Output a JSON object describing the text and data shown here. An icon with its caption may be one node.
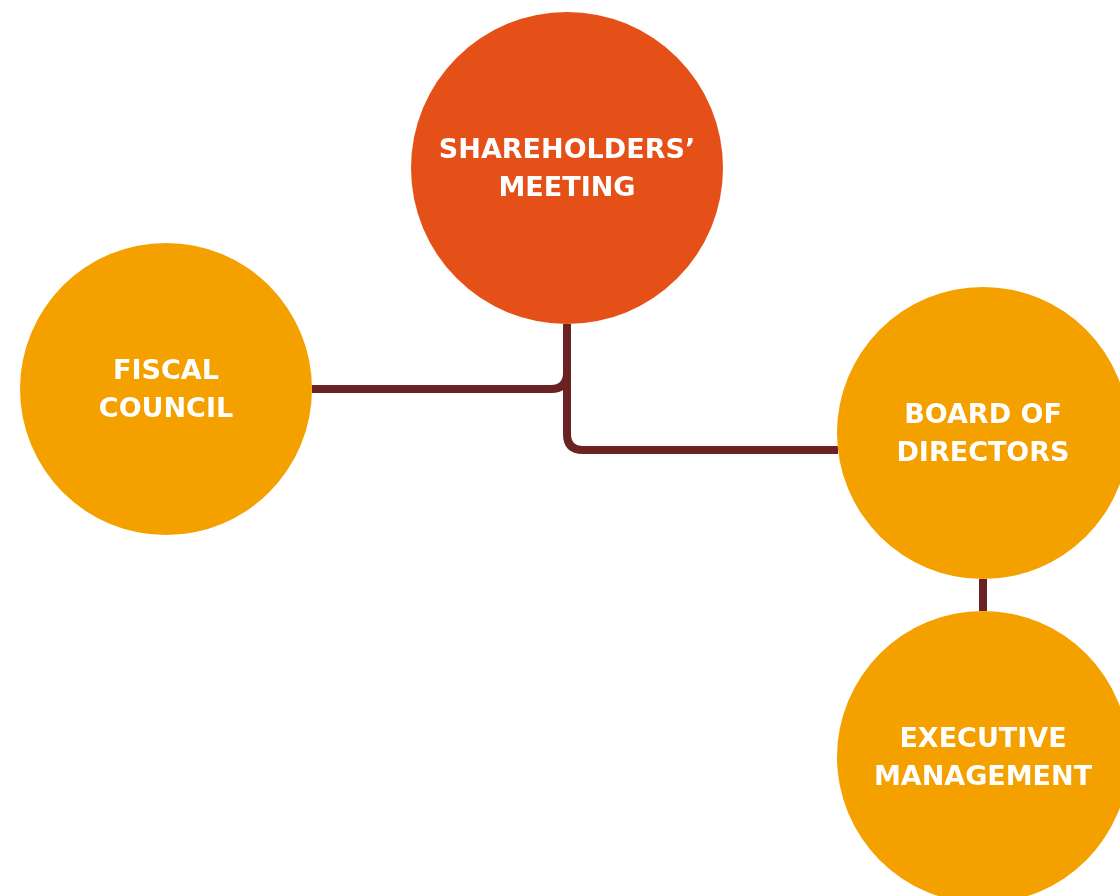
{
  "diagram": {
    "nodes": [
      {
        "text": [
          "SHAREHOLDERS’ MEETING"
        ]
      },
      {
        "text": [
          "FISCAL COUNCIL"
        ]
      },
      {
        "text": [
          "BOARD OF DIRECTORS"
        ]
      },
      {
        "text": [
          "EXECUTIVE MANAGEMENT"
        ]
      }
    ],
    "edges": [
      {
        "from": 0,
        "to": 1,
        "arrow": "none"
      },
      {
        "from": 0,
        "to": 2,
        "arrow": "none"
      },
      {
        "from": 2,
        "to": 3,
        "arrow": "none"
      }
    ]
  }
}
